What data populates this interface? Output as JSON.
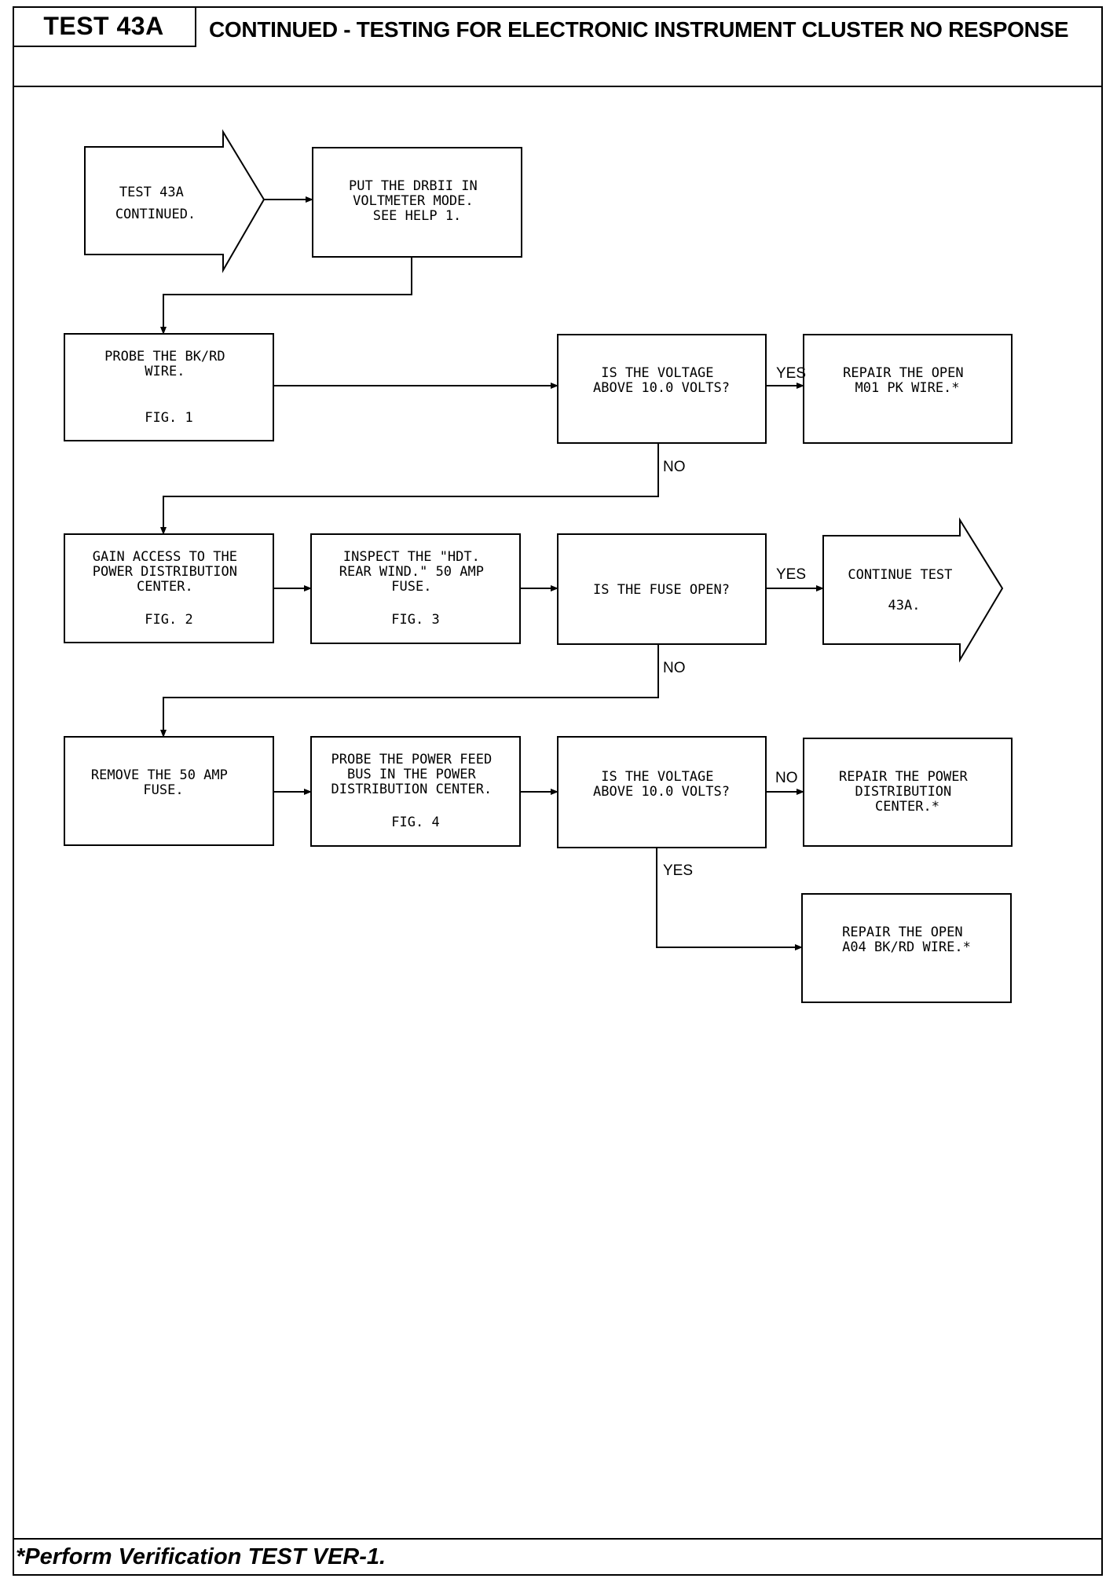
{
  "header": {
    "test_id": "TEST 43A",
    "title": "CONTINUED - TESTING FOR ELECTRONIC INSTRUMENT CLUSTER NO RESPONSE"
  },
  "footer": {
    "note": "*Perform Verification TEST VER-1."
  },
  "flowchart": {
    "nodes": {
      "start": {
        "lines": [
          "TEST 43A",
          "CONTINUED."
        ]
      },
      "drbii": {
        "lines": [
          "PUT THE DRBII IN",
          "VOLTMETER MODE.",
          "SEE HELP 1."
        ]
      },
      "probe_bkrd": {
        "lines": [
          "PROBE THE BK/RD",
          "WIRE.",
          "",
          "FIG. 1"
        ]
      },
      "voltage_1": {
        "lines": [
          "IS THE VOLTAGE",
          "ABOVE 10.0 VOLTS?"
        ]
      },
      "repair_m01": {
        "lines": [
          "REPAIR THE OPEN",
          "M01 PK WIRE.*"
        ]
      },
      "gain_access": {
        "lines": [
          "GAIN ACCESS TO THE",
          "POWER DISTRIBUTION",
          "CENTER.",
          "FIG. 2"
        ]
      },
      "inspect_fuse": {
        "lines": [
          "INSPECT THE \"HDT.",
          "REAR WIND.\" 50 AMP",
          "FUSE.",
          "FIG. 3"
        ]
      },
      "fuse_open": {
        "lines": [
          "IS THE FUSE OPEN?"
        ]
      },
      "continue_test": {
        "lines": [
          "CONTINUE TEST",
          "43A."
        ]
      },
      "remove_fuse": {
        "lines": [
          "REMOVE THE 50 AMP",
          "FUSE."
        ]
      },
      "probe_feed": {
        "lines": [
          "PROBE THE POWER FEED",
          "BUS IN THE POWER",
          "DISTRIBUTION CENTER.",
          "FIG. 4"
        ]
      },
      "voltage_2": {
        "lines": [
          "IS THE VOLTAGE",
          "ABOVE 10.0 VOLTS?"
        ]
      },
      "repair_pdc": {
        "lines": [
          "REPAIR THE POWER",
          "DISTRIBUTION",
          "CENTER.*"
        ]
      },
      "repair_a04": {
        "lines": [
          "REPAIR THE OPEN",
          "A04 BK/RD WIRE.*"
        ]
      }
    },
    "edge_labels": {
      "v1_yes": "YES",
      "v1_no": "NO",
      "fuse_yes": "YES",
      "fuse_no": "NO",
      "v2_no": "NO",
      "v2_yes": "YES"
    }
  }
}
